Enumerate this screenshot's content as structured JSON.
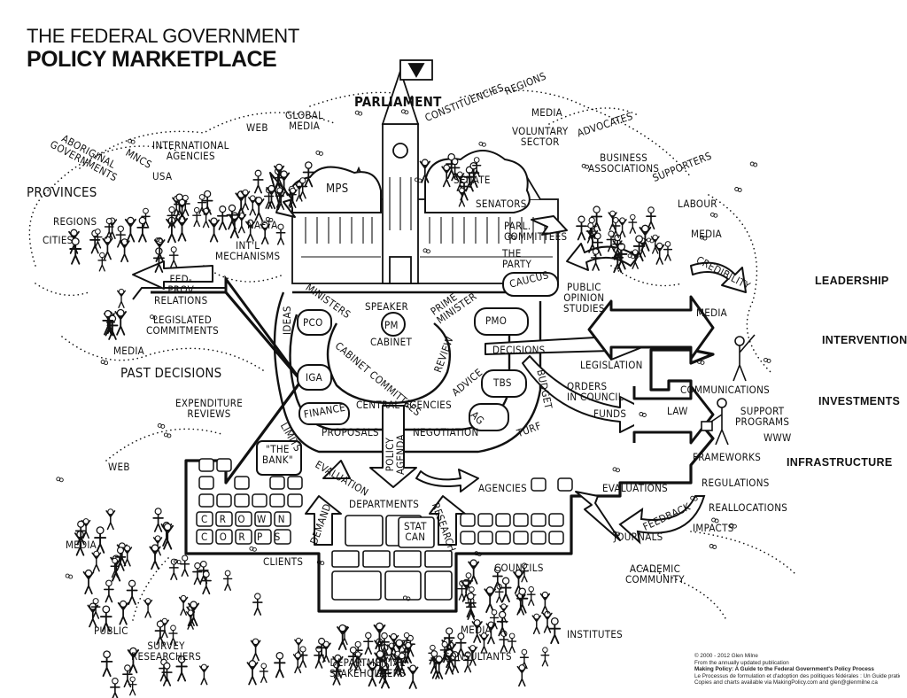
{
  "title": {
    "line1": "THE FEDERAL GOVERNMENT",
    "line2": "POLICY MARKETPLACE"
  },
  "labels": {
    "parliament": "PARLIAMENT",
    "constituencies": "CONSTITUENCIES",
    "regions_top": "REGIONS",
    "media_top": "MEDIA",
    "voluntary_sector": "VOLUNTARY\nSECTOR",
    "advocates": "ADVOCATES",
    "business_associations": "BUSINESS\nASSOCIATIONS",
    "supporters": "SUPPORTERS",
    "labour": "LABOUR",
    "media_right": "MEDIA",
    "credibility": "CREDIBILITY",
    "senate": "SENATE",
    "senators": "SENATORS",
    "mps": "MPs",
    "parl_committees": "PARL.\nCOMMITTEES",
    "the_party": "THE\nPARTY",
    "caucus": "CAUCUS",
    "public_opinion": "PUBLIC\nOPINION\nSTUDIES",
    "media_mid": "MEDIA",
    "web_top": "WEB",
    "global_media": "GLOBAL\nMEDIA",
    "international_agencies": "INTERNATIONAL\nAGENCIES",
    "mncs": "MNCs",
    "usa": "USA",
    "aboriginal": "ABORIGINAL\nGOVERNMENTS",
    "provinces": "PROVINCES",
    "regions_left": "REGIONS",
    "cities": "CITIES",
    "nafta": "NAFTA",
    "intl_mechanisms": "INT'L\nMECHANISMS",
    "fed_prov": "FED-\nPROV\nRELATIONS",
    "legislated_commitments": "LEGISLATED\nCOMMITMENTS",
    "media_left": "MEDIA",
    "past_decisions": "PAST DECISIONS",
    "expenditure_reviews": "EXPENDITURE\nREVIEWS",
    "ministers": "MINISTERS",
    "speaker": "SPEAKER",
    "pm": "PM",
    "cabinet": "CABINET",
    "prime_minister": "PRIME\nMINISTER",
    "ideas": "IDEAS",
    "pco": "PCO",
    "pmo": "PMO",
    "cabinet_committees": "CABINET COMMITTEES",
    "review": "REVIEW",
    "advice": "ADVICE",
    "iga": "IGA",
    "tbs": "TBS",
    "decisions": "DECISIONS",
    "legislation": "LEGISLATION",
    "budget": "BUDGET",
    "orders_in_council": "ORDERS\nIN COUNCIL",
    "funds": "FUNDS",
    "law": "LAW",
    "finance": "FINANCE",
    "central_agencies": "CENTRAL AGENCIES",
    "ag": "AG",
    "turf": "TURF",
    "limits": "LIMITS",
    "proposals": "PROPOSALS",
    "policy_agenda": "POLICY\nAGENDA",
    "negotiation": "NEGOTIATION",
    "the_bank": "\"THE\nBANK\"",
    "evaluation": "EVALUATION",
    "agencies": "AGENCIES",
    "departments": "DEPARTMENTS",
    "demand": "DEMAND",
    "stat_can": "STAT\nCAN",
    "research": "RESEARCH",
    "crown_letters": "CROWN",
    "corps_letters": "CORPS",
    "web_left": "WEB",
    "media_bottom_left": "MEDIA",
    "clients": "CLIENTS",
    "councils": "COUNCILS",
    "evaluations": "EVALUATIONS",
    "feedback": "FEEDBACK",
    "journals": "JOURNALS",
    "reallocations": "REALLOCATIONS",
    "impacts": "IMPACTS",
    "academic_community": "ACADEMIC\nCOMMUNITY",
    "communications": "COMMUNICATIONS",
    "support_programs": "SUPPORT\nPROGRAMS",
    "www": "WWW",
    "frameworks": "FRAMEWORKS",
    "regulations": "REGULATIONS",
    "public": "PUBLIC",
    "survey_researchers": "SURVEY\nRESEARCHERS",
    "departmental_stakeholders": "DEPARTMENTAL\nSTAKEHOLDERS",
    "media_bottom": "MEDIA",
    "consultants": "CONSULTANTS",
    "institutes": "INSTITUTES"
  },
  "outputs": {
    "leadership": "LEADERSHIP",
    "interventions": "INTERVENTIONS",
    "investments": "INVESTMENTS",
    "infrastructure": "INFRASTRUCTURE"
  },
  "credit": {
    "line1": "© 2000 - 2012 Glen Milne",
    "line2": "From the annually updated publication",
    "line3": "Making Policy: A Guide to the Federal Government's Policy Process",
    "line4": "Le Processus de formulation et d'adoption des politiques fédérales : Un Guide pratique",
    "line5": "Copies and charts available via MakingPolicy.com and glen@glenmilne.ca"
  }
}
